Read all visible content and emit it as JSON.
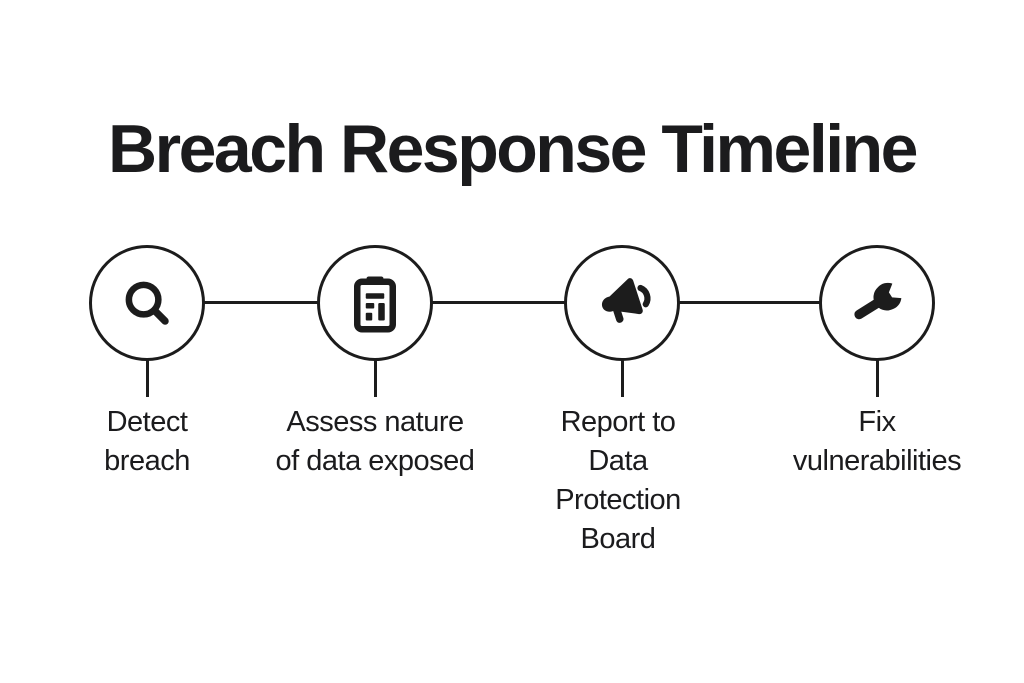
{
  "title": "Breach Response Timeline",
  "colors": {
    "background": "#ffffff",
    "ink": "#1c1c1c"
  },
  "timeline": {
    "steps": [
      {
        "label": "Detect breach",
        "lines": [
          "Detect",
          "breach"
        ],
        "icon": "search-icon"
      },
      {
        "label": "Assess nature of data exposed",
        "lines": [
          "Assess nature",
          "of data exposed"
        ],
        "icon": "clipboard-report-icon"
      },
      {
        "label": "Report to Data Protection Board",
        "lines": [
          "Report to",
          "Data",
          "Protection",
          "Board"
        ],
        "icon": "megaphone-icon"
      },
      {
        "label": "Fix vulnerabilities",
        "lines": [
          "Fix",
          "vulnerabilities"
        ],
        "icon": "wrench-icon"
      }
    ]
  }
}
